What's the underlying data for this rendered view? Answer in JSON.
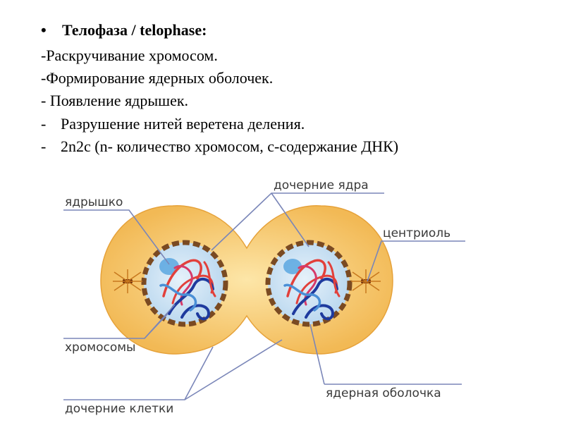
{
  "heading": {
    "bullet": "•",
    "title": "Телофаза / telophase:"
  },
  "points": [
    {
      "prefix": "",
      "text": "-Раскручивание хромосом."
    },
    {
      "prefix": "",
      "text": "-Формирование ядерных оболочек."
    },
    {
      "prefix": "",
      "text": "- Появление ядрышек."
    },
    {
      "prefix": "-",
      "text": "Разрушение нитей веретена деления."
    },
    {
      "prefix": "-",
      "text": "2n2c (n- количество хромосом, c-содержание ДНК)"
    }
  ],
  "diagram": {
    "labels": {
      "nucleolus": "ядрышко",
      "daughter_nuclei": "дочерние ядра",
      "centriole": "центриоль",
      "chromosomes": "хромосомы",
      "daughter_cells": "дочерние клетки",
      "nuclear_envelope": "ядерная оболочка"
    },
    "colors": {
      "cell_fill": "#f6c86a",
      "cell_edge": "#e8a73c",
      "nucleus_fill": "#cfe3f4",
      "envelope": "#7a4a22",
      "chromosome_red": "#e2403b",
      "chromosome_blue": "#1e3a9e",
      "chromosome_lightblue": "#4a8fd6",
      "nucleolus": "#5aa7e0",
      "pointer": "#7a86b8"
    }
  }
}
